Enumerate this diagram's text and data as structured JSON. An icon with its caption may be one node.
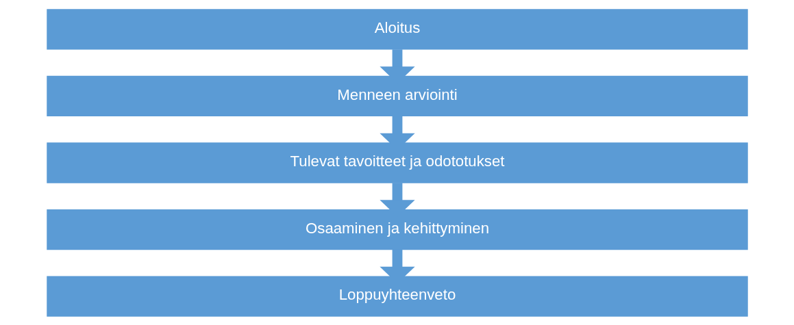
{
  "diagram": {
    "nodes": [
      {
        "text": [
          "Aloitus"
        ]
      },
      {
        "text": [
          "Menneen arviointi"
        ]
      },
      {
        "text": [
          "Tulevat tavoitteet ja odototukset"
        ]
      },
      {
        "text": [
          "Osaaminen ja kehittyminen"
        ]
      },
      {
        "text": [
          "Loppuyhteenveto"
        ]
      }
    ],
    "edges": [
      {
        "from": 0,
        "to": 1,
        "arrow": "to"
      },
      {
        "from": 1,
        "to": 2,
        "arrow": "to"
      },
      {
        "from": 2,
        "to": 3,
        "arrow": "to"
      },
      {
        "from": 3,
        "to": 4,
        "arrow": "to"
      }
    ]
  }
}
